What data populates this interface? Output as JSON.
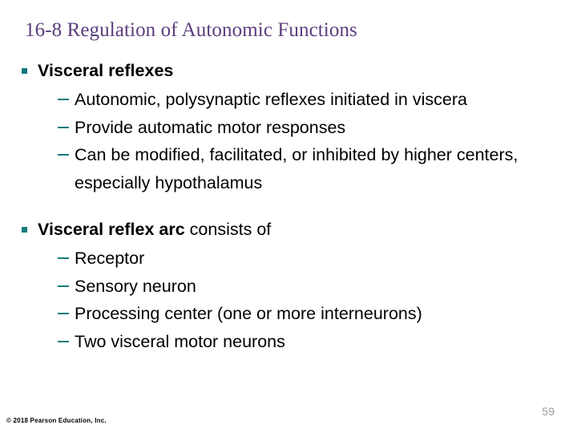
{
  "slide": {
    "title": "16-8 Regulation of Autonomic Functions",
    "title_color": "#5c3d7d",
    "bullet_marker_color": "#127a7e",
    "background_color": "#ffffff",
    "body_text_color": "#000000"
  },
  "groups": [
    {
      "heading_bold": "Visceral reflexes",
      "heading_regular": "",
      "items": [
        "Autonomic, polysynaptic reflexes initiated in viscera",
        "Provide automatic motor responses",
        "Can be modified, facilitated, or inhibited by higher centers, especially hypothalamus"
      ]
    },
    {
      "heading_bold": "Visceral reflex arc",
      "heading_regular": " consists of",
      "items": [
        "Receptor",
        "Sensory neuron",
        "Processing center (one or more interneurons)",
        "Two visceral motor neurons"
      ]
    }
  ],
  "footer": {
    "copyright": "© 2018 Pearson Education, Inc.",
    "page_number": "59",
    "page_number_color": "#9a9a9a"
  }
}
